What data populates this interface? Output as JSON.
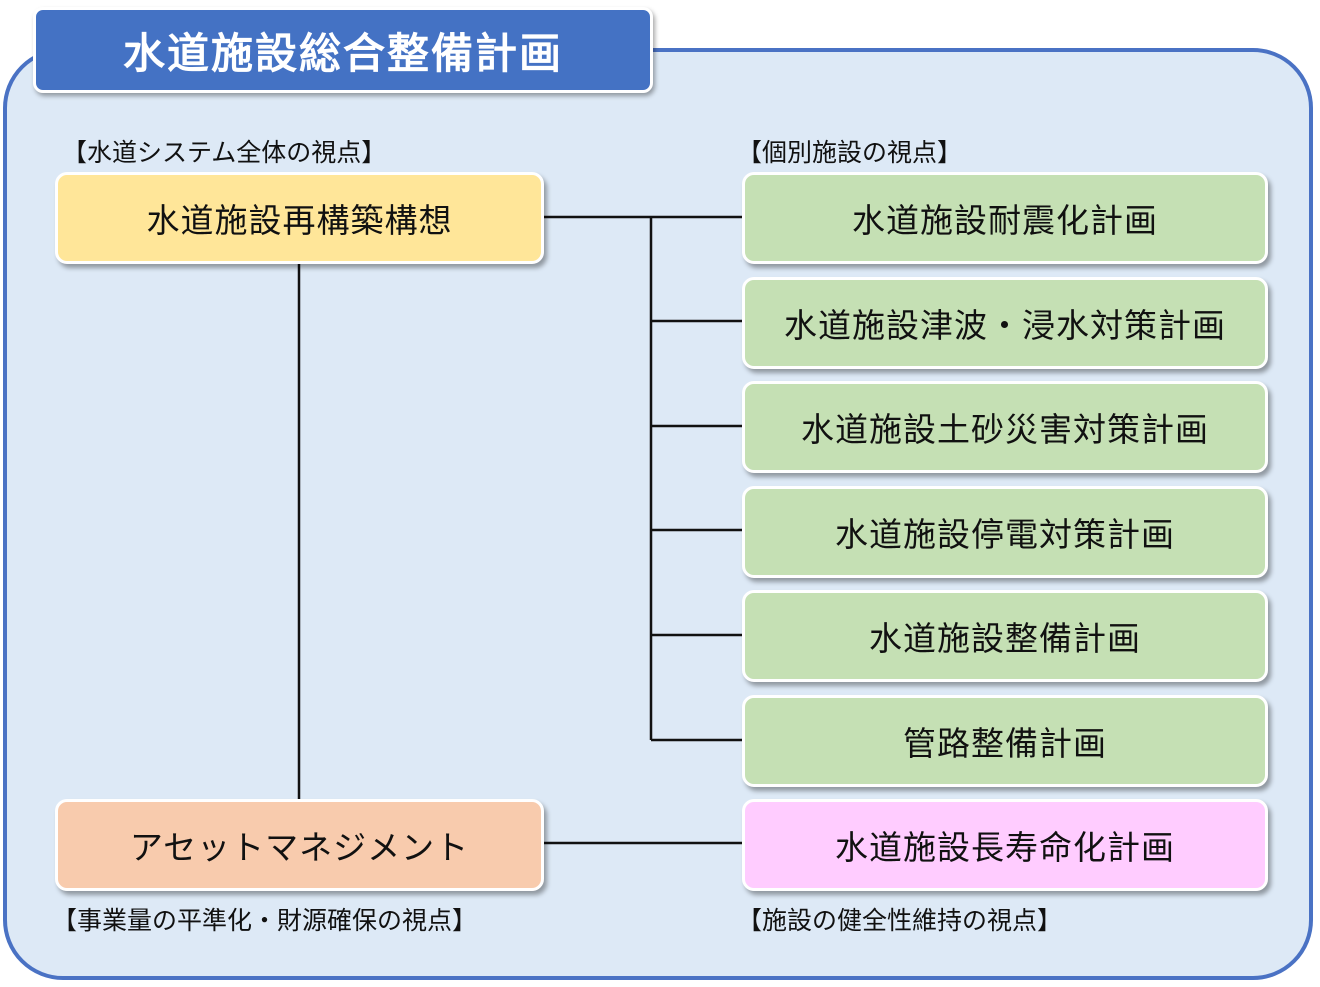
{
  "title": "水道施設総合整備計画",
  "labels": {
    "system_view": "【水道システム全体の視点】",
    "facility_view": "【個別施設の視点】",
    "leveling_view": "【事業量の平準化・財源確保の視点】",
    "soundness_view": "【施設の健全性維持の視点】"
  },
  "left_boxes": {
    "restructuring": "水道施設再構築構想",
    "asset_management": "アセットマネジメント"
  },
  "right_boxes": [
    "水道施設耐震化計画",
    "水道施設津波・浸水対策計画",
    "水道施設土砂災害対策計画",
    "水道施設停電対策計画",
    "水道施設整備計画",
    "管路整備計画",
    "水道施設長寿命化計画"
  ],
  "colors": {
    "frame_fill": "#dde9f6",
    "frame_border": "#4a72c4",
    "title_fill": "#4472c4",
    "yellow": "#ffe699",
    "green": "#c5e0b4",
    "orange": "#f8cbad",
    "pink": "#ffccff"
  }
}
